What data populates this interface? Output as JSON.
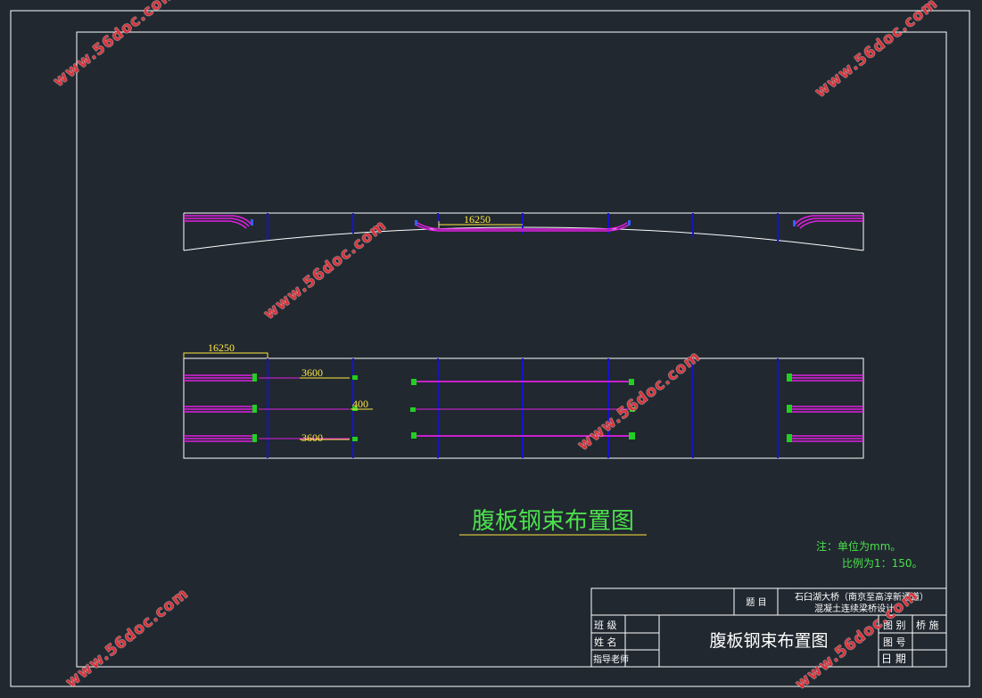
{
  "drawing": {
    "elevation_dim": "16250",
    "plan_dim_top": "16250",
    "plan_dim_a": "3600",
    "plan_dim_b": "400",
    "plan_dim_c": "3600",
    "main_title": "腹板钢束布置图",
    "note_line1": "注：单位为mm。",
    "note_line2": "比例为1：150。"
  },
  "title_block": {
    "topic_label": "题 目",
    "topic_line1": "石臼湖大桥（南京至高淳新通道）",
    "topic_line2": "混凝土连续梁桥设计",
    "class_label": "班 级",
    "name_label": "姓 名",
    "advisor_label": "指导老师",
    "drawing_title": "腹板钢束布置图",
    "category_label": "图 别",
    "category_value": "桥 施",
    "number_label": "图 号",
    "date_label": "日 期"
  },
  "watermark": "www.56doc.com",
  "colors": {
    "background": "#212830",
    "frame": "#ffffff",
    "tendon": "#e020e0",
    "divider": "#1414c8",
    "dimension": "#ffe840",
    "label": "#4ce04c",
    "anchor": "#20d020",
    "watermark": "#d8343c"
  }
}
